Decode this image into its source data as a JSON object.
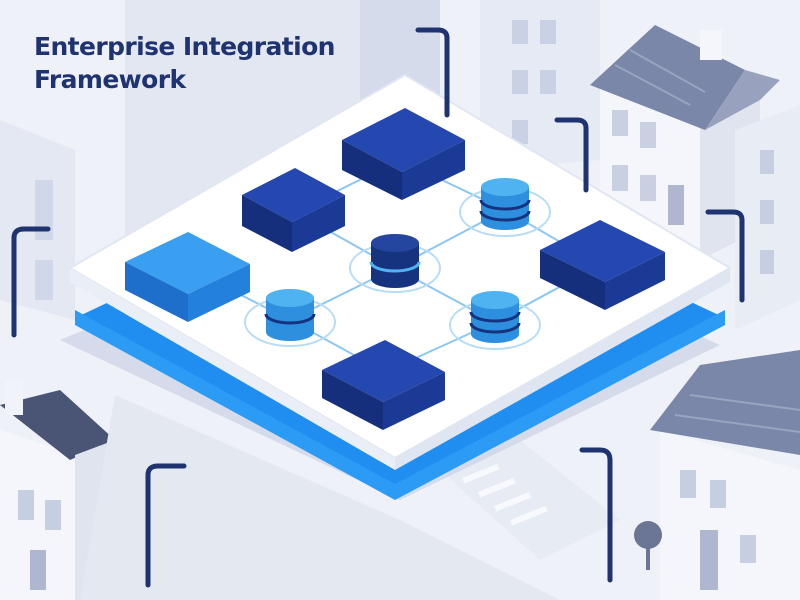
{
  "header": {
    "title_line1": "Enterprise Integration",
    "title_line2": "Framework"
  },
  "illustration": {
    "subject": "isometric city block with integration platform",
    "nodes": [
      {
        "kind": "cube",
        "icon": "cube-icon"
      },
      {
        "kind": "database",
        "icon": "database-icon"
      }
    ]
  },
  "colors": {
    "title": "#1e3370",
    "navy_block": "#1a3d9e",
    "light_block": "#2d8ae0",
    "platform_glow": "#1f8ef0",
    "database_light": "#3aa7ec",
    "database_navy": "#16337f",
    "background": "#eef1f8"
  }
}
